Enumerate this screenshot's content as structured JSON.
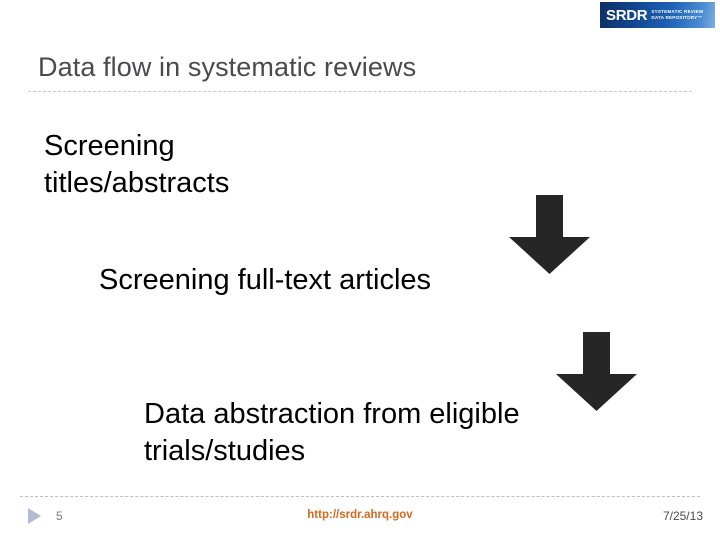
{
  "header": {
    "logo": {
      "mark": "SRDR",
      "sub_line_1": "SYSTEMATIC REVIEW",
      "sub_line_2": "DATA REPOSITORY™",
      "background_color": "#12458f"
    }
  },
  "slide": {
    "title": "Data flow in systematic reviews",
    "title_color": "#4a4a4f"
  },
  "flow": {
    "steps": [
      {
        "text": "Screening titles/abstracts"
      },
      {
        "text": "Screening full-text articles"
      },
      {
        "text": "Data abstraction from eligible trials/studies"
      }
    ],
    "arrows": [
      {
        "direction": "down"
      },
      {
        "direction": "down"
      }
    ],
    "arrow_color": "#262626",
    "text_color": "#000000"
  },
  "footer": {
    "page_number": "5",
    "url": "http://srdr.ahrq.gov",
    "url_color": "#d2691e",
    "date": "7/25/13",
    "triangle_color": "#aebdd4"
  }
}
